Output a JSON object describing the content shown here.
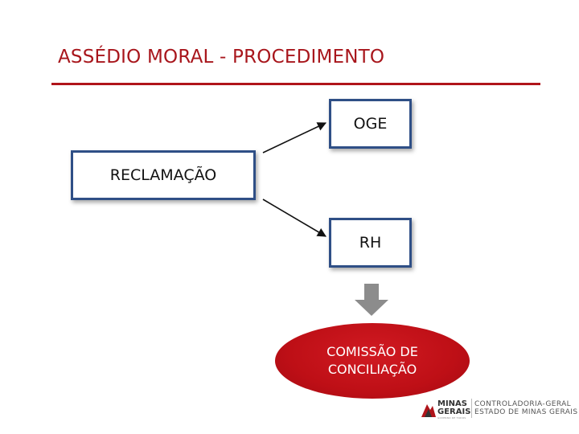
{
  "title": "ASSÉDIO MORAL - PROCEDIMENTO",
  "nodes": {
    "oge": "OGE",
    "reclamacao": "RECLAMAÇÃO",
    "rh": "RH",
    "comissao_line1": "COMISSÃO DE",
    "comissao_line2": "CONCILIAÇÃO"
  },
  "logo": {
    "brand_line1": "MINAS",
    "brand_line2": "GERAIS",
    "brand_tagline": "GOVERNO DE TODOS",
    "org_line1": "CONTROLADORIA-GERAL",
    "org_line2": "ESTADO DE MINAS GERAIS"
  },
  "colors": {
    "title": "#a8161c",
    "box_border": "#2f4f86",
    "ellipse": "#c8141b",
    "down_arrow": "#8c8c8c"
  }
}
